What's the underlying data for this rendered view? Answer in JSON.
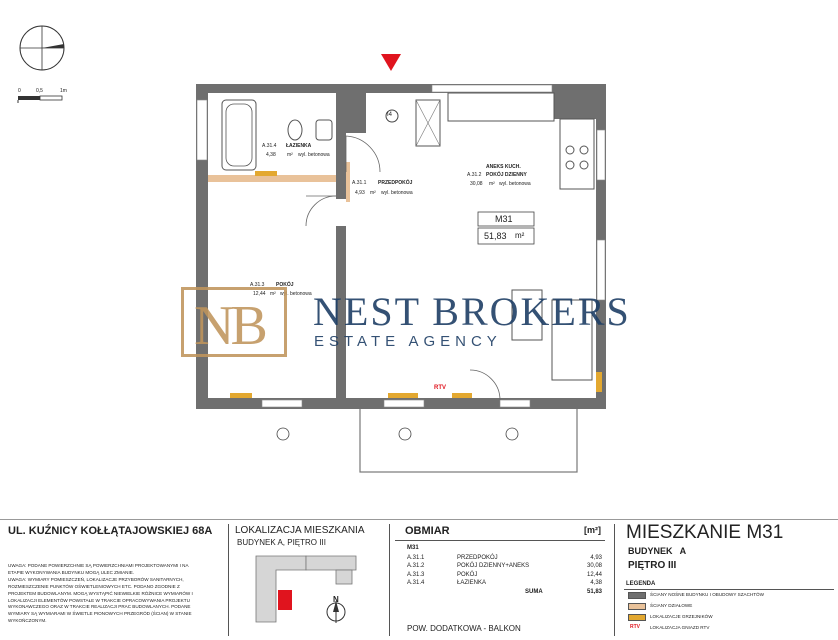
{
  "plan": {
    "unit": {
      "code": "M31",
      "area": "51,83",
      "area_unit": "m²"
    },
    "rooms": [
      {
        "id": "A.31.4",
        "name": "ŁAZIENKA",
        "area": "4,38",
        "unit": "m²",
        "finish": "wyl. betonowa"
      },
      {
        "id": "A.31.1",
        "name": "PRZEDPOKÓJ",
        "area": "4,93",
        "unit": "m²",
        "finish": "wyl. betonowa"
      },
      {
        "id": "A.31.2",
        "name": "ANEKS KUCH.",
        "name2": "POKÓJ DZIENNY",
        "area": "30,08",
        "unit": "m²",
        "finish": "wyl. betonowa"
      },
      {
        "id": "A.31.3",
        "name": "POKÓJ",
        "area": "12,44",
        "unit": "m²",
        "finish": "wyl. betonowa"
      }
    ],
    "entrance_marker": "I4",
    "rtv_label": "RTV",
    "scale": {
      "ticks": [
        "0",
        "0,5",
        "1m"
      ]
    }
  },
  "watermark": {
    "brand": "NEST BROKERS",
    "sub": "ESTATE AGENCY",
    "logo_letters": "NB"
  },
  "address": {
    "title": "UL. KUŹNICY KOŁŁĄTAJOWSKIEJ 68A"
  },
  "notes": [
    "UWAGA: PODANE POWIERZCHNIE SĄ POWIERZCHNIAMI PROJEKTOWANYMI I NA",
    "ETAPIE WYKONYWANIA BUDYNKU MOGĄ ULEC ZMIANIE.",
    "UWAGA: WYMIARY POMIESZCZEŃ, LOKALIZACJE PRZYBORÓW SANITARNYCH,",
    "ROZMIESZCZENIE PUNKTÓW OŚWIETLENIOWYCH ETC. PODANO ZGODNIE Z",
    "PROJEKTEM BUDOWLANYM. MOGĄ WYSTĄPIĆ NIEWIELKIE RÓŻNICE WYMIARÓW I",
    "LOKALIZACJI ELEMENTÓW POWSTAŁE W TRAKCIE OPRACOWYWANIA PROJEKTU",
    "WYKONAWCZEGO ORAZ W TRAKCIE REALIZACJI PRAC BUDOWLANYCH. PODANE",
    "WYMIARY SĄ WYMIARAMI W ŚWIETLE PIONOWYCH PRZEGRÓD (ŚCIAN) W STANIE",
    "WYKOŃCZONYM."
  ],
  "location": {
    "title": "LOKALIZACJA MIESZKANIA",
    "subtitle": "BUDYNEK A, PIĘTRO III",
    "north": "N"
  },
  "obmiar": {
    "title": "OBMIAR",
    "unit_header": "[m²]",
    "code": "M31",
    "rows": [
      {
        "id": "A.31.1",
        "name": "PRZEDPOKÓJ",
        "area": "4,93"
      },
      {
        "id": "A.31.2",
        "name": "POKÓJ DZIENNY+ANEKS",
        "area": "30,08"
      },
      {
        "id": "A.31.3",
        "name": "POKÓJ",
        "area": "12,44"
      },
      {
        "id": "A.31.4",
        "name": "ŁAZIENKA",
        "area": "4,38"
      }
    ],
    "sum_label": "SUMA",
    "sum_value": "51,83",
    "extra": "POW. DODATKOWA - BALKON"
  },
  "apartment": {
    "title": "MIESZKANIE M31",
    "building": "BUDYNEK   A",
    "floor": "PIĘTRO III",
    "legend_title": "LEGENDA",
    "legend": [
      {
        "label": "ŚCIANY NOŚNE BUDYNKU I OBUDOWY SZACHTÓW",
        "color": "#6f6f6f"
      },
      {
        "label": "ŚCIANY DZIAŁOWE",
        "color": "#e9c29a"
      },
      {
        "label": "LOKALIZACJE GRZEJNIKÓW",
        "color": "#e3a830"
      },
      {
        "label": "LOKALIZACJA GNIAZD RTV",
        "color": "#ffffff",
        "tag": "RTV"
      }
    ]
  },
  "colors": {
    "wall": "#6f6f6f",
    "partition": "#e9c29a",
    "radiator": "#e3a830",
    "accent": "#e0141e",
    "brand": "#1f3f66",
    "logo": "#c0955c"
  }
}
